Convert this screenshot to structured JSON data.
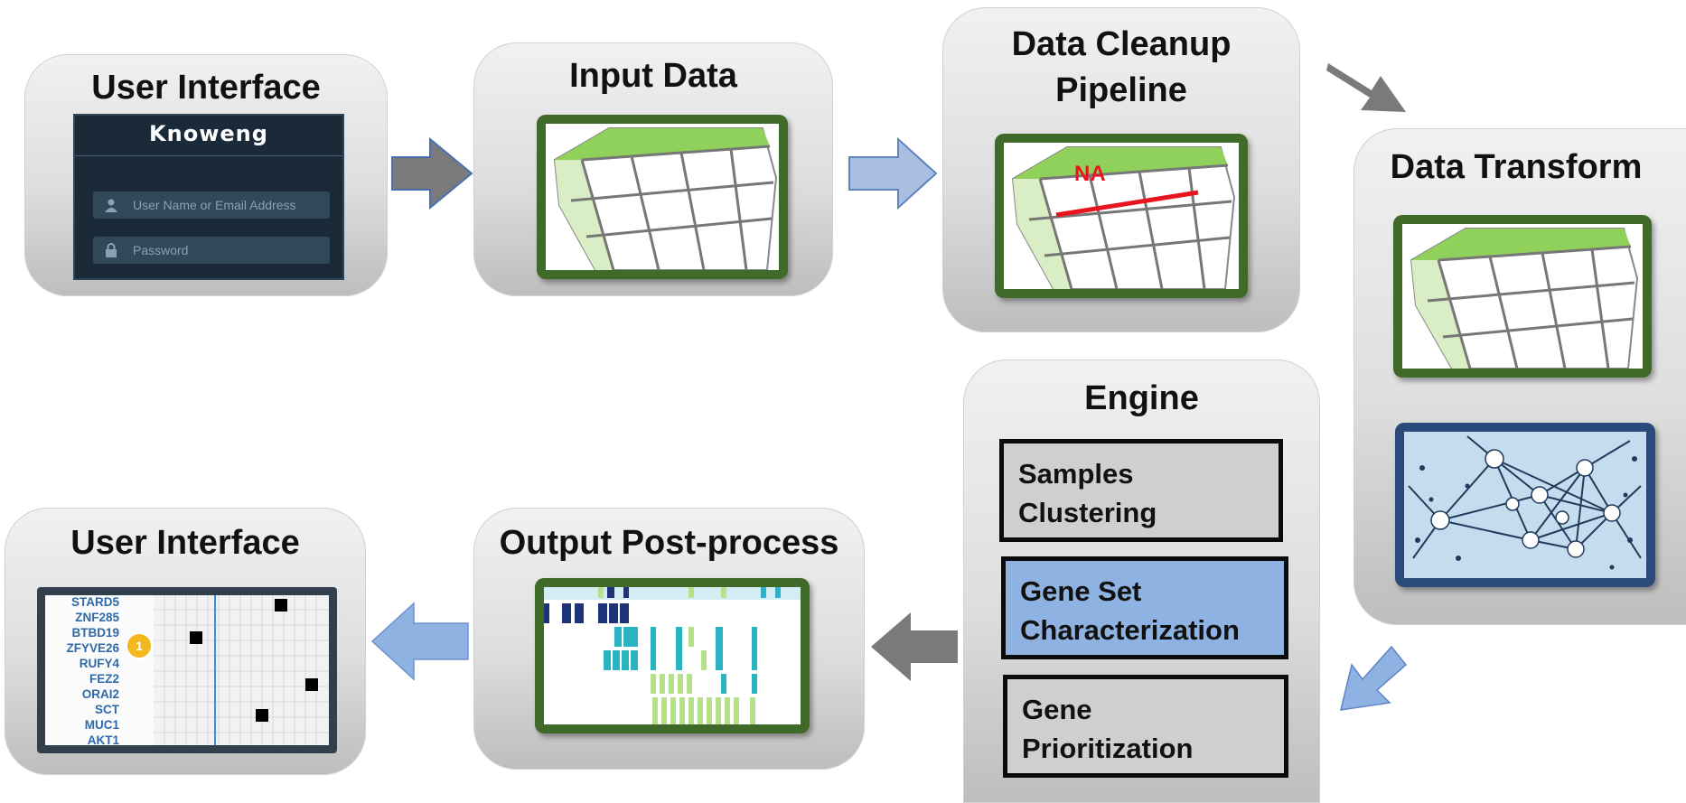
{
  "cards": {
    "ui_top": "User Interface",
    "input": "Input Data",
    "cleanup_line1": "Data Cleanup",
    "cleanup_line2": "Pipeline",
    "transform": "Data Transform",
    "engine": "Engine",
    "output": "Output Post-process",
    "ui_bottom": "User Interface"
  },
  "login": {
    "logo": "Knoweng",
    "username_placeholder": "User Name or Email Address",
    "password_placeholder": "Password"
  },
  "cleanup_marker": "NA",
  "engine": {
    "item1_line1": "Samples",
    "item1_line2": "Clustering",
    "item2_line1": "Gene Set",
    "item2_line2": "Characterization",
    "item3_line1": "Gene",
    "item3_line2": "Prioritization"
  },
  "genes": [
    "STARD5",
    "ZNF285",
    "BTBD19",
    "ZFYVE26",
    "RUFY4",
    "FEZ2",
    "ORAI2",
    "SCT",
    "MUC1",
    "AKT1"
  ],
  "badge": "1",
  "colors": {
    "arrow_gray": "#7a7a7a",
    "arrow_blue": "#8eb2e2",
    "frame_green": "#3f6a2a",
    "active_engine": "#8eb2e2",
    "gene_text": "#2f6aa8",
    "na_red": "#e8141e"
  }
}
